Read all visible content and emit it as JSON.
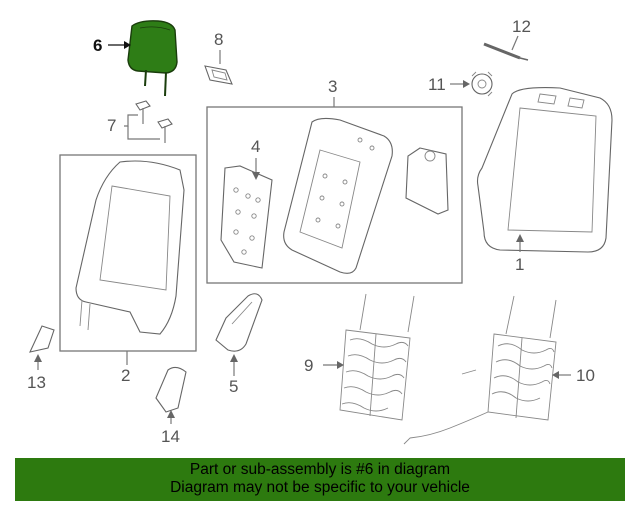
{
  "diagram": {
    "callouts": [
      {
        "id": "1",
        "label": "1"
      },
      {
        "id": "2",
        "label": "2"
      },
      {
        "id": "3",
        "label": "3"
      },
      {
        "id": "4",
        "label": "4"
      },
      {
        "id": "5",
        "label": "5"
      },
      {
        "id": "6",
        "label": "6"
      },
      {
        "id": "7",
        "label": "7"
      },
      {
        "id": "8",
        "label": "8"
      },
      {
        "id": "9",
        "label": "9"
      },
      {
        "id": "10",
        "label": "10"
      },
      {
        "id": "11",
        "label": "11"
      },
      {
        "id": "12",
        "label": "12"
      },
      {
        "id": "13",
        "label": "13"
      },
      {
        "id": "14",
        "label": "14"
      }
    ],
    "highlighted_part": "6",
    "highlight_color": "#2e7d16"
  },
  "banner": {
    "line1": "Part or sub-assembly is #6 in diagram",
    "line2": "Diagram may not be specific to your vehicle",
    "background": "#2d7a0f"
  }
}
